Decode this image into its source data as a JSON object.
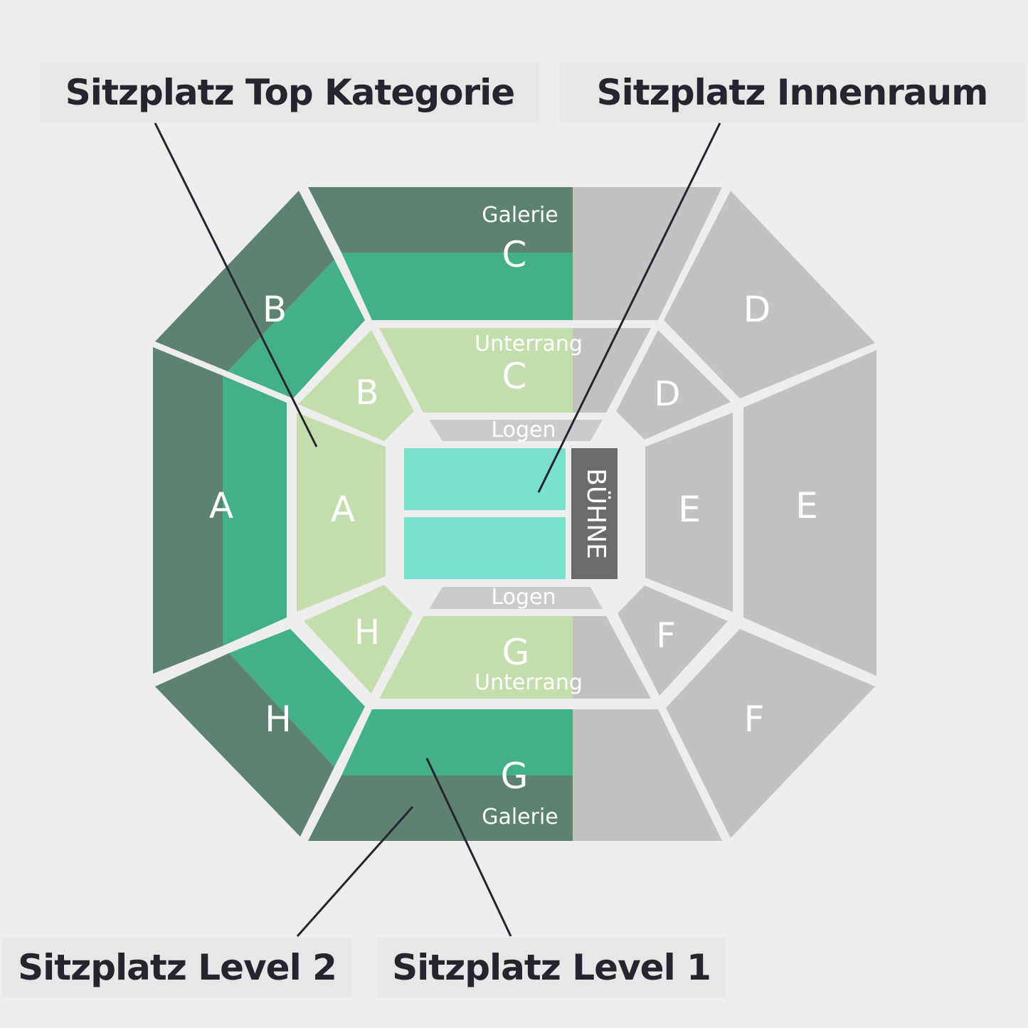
{
  "callouts": {
    "top_kategorie": "Sitzplatz Top Kategorie",
    "innenraum": "Sitzplatz Innenraum",
    "level2": "Sitzplatz Level 2",
    "level1": "Sitzplatz Level 1"
  },
  "stage": {
    "label": "BÜHNE"
  },
  "logen": {
    "top": "Logen",
    "bottom": "Logen"
  },
  "galerie": {
    "top": "Galerie",
    "bottom": "Galerie"
  },
  "unterrang": {
    "top": "Unterrang",
    "bottom": "Unterrang"
  },
  "outer_sections": {
    "a": "A",
    "b": "B",
    "c": "C",
    "d": "D",
    "e": "E",
    "f": "F",
    "g": "G",
    "h": "H"
  },
  "inner_sections": {
    "a": "A",
    "b": "B",
    "c": "C",
    "d": "D",
    "e": "E",
    "f": "F",
    "g": "G",
    "h": "H"
  },
  "colors": {
    "background": "#ededed",
    "level2_dark": "#5d8270",
    "level1_green": "#43b085",
    "top_kategorie": "#c3ddac",
    "innenraum": "#7adfcc",
    "unavailable": "#c2c2c2",
    "logen": "#cbcbcb",
    "stage": "#6b6b6b",
    "leader_line": "#24252f"
  }
}
